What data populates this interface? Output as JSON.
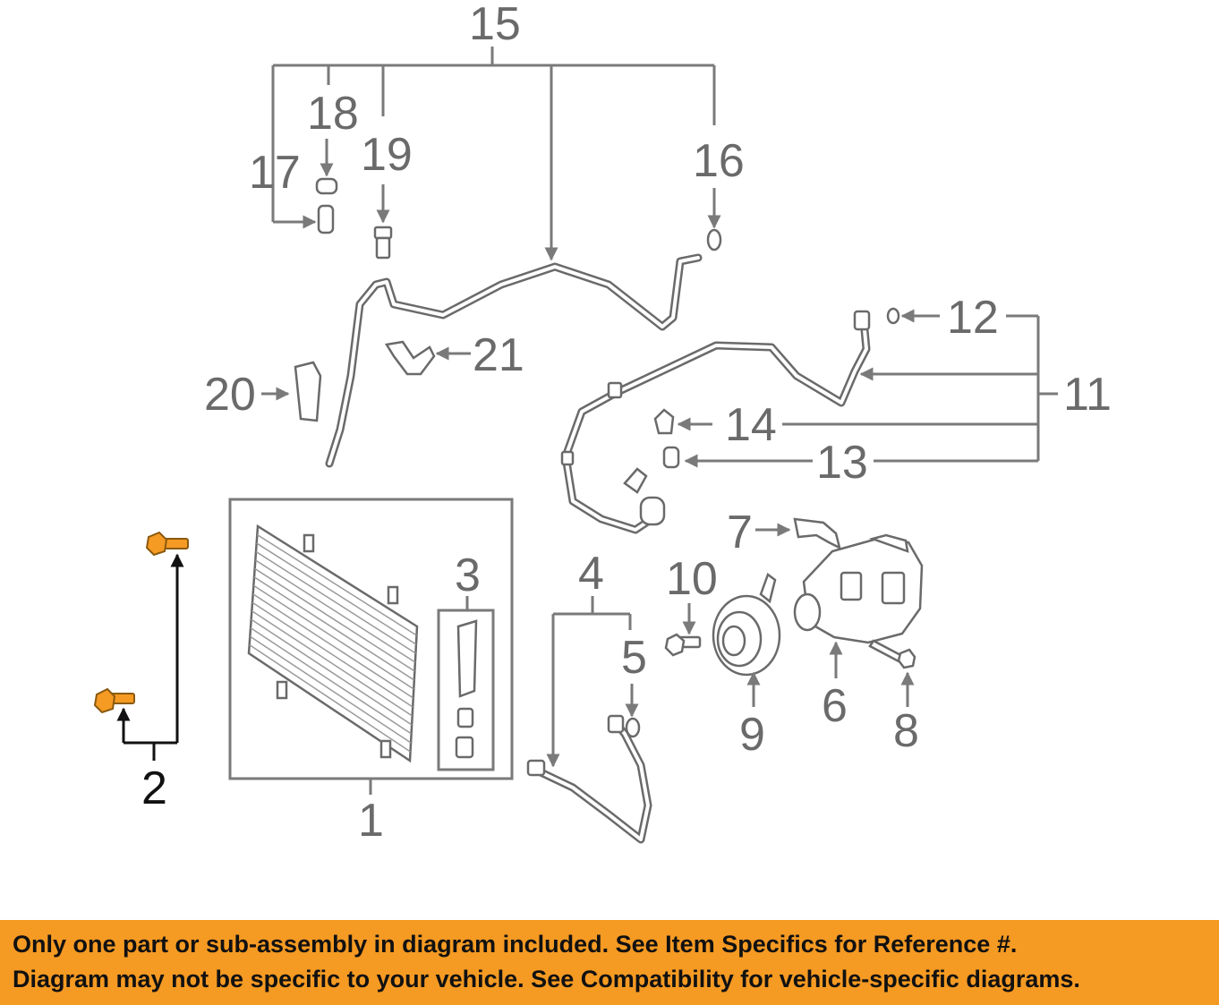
{
  "callouts": {
    "c1": "1",
    "c2": "2",
    "c3": "3",
    "c4": "4",
    "c5": "5",
    "c6": "6",
    "c7": "7",
    "c8": "8",
    "c9": "9",
    "c10": "10",
    "c11": "11",
    "c12": "12",
    "c13": "13",
    "c14": "14",
    "c15": "15",
    "c16": "16",
    "c17": "17",
    "c18": "18",
    "c19": "19",
    "c20": "20",
    "c21": "21"
  },
  "highlighted_part": "2",
  "colors": {
    "highlight": "#f59a23",
    "banner_bg": "#f59a23",
    "text": "#111111",
    "line_art": "#6a6a6a"
  },
  "banner": {
    "line1": "Only one part or sub-assembly in diagram included. See Item Specifics for Reference #.",
    "line2": "Diagram may not be specific to your vehicle. See Compatibility for vehicle-specific diagrams."
  }
}
